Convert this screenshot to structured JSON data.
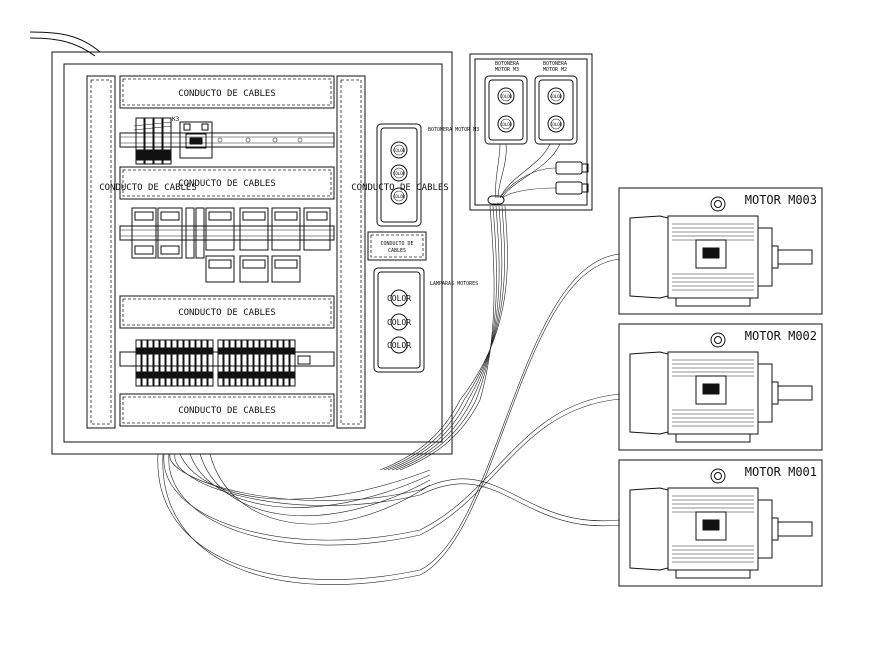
{
  "panel": {
    "conduit_label": "CONDUCTO DE CABLES",
    "conduit_small_line1": "CONDUCTO DE",
    "conduit_small_line2": "CABLES",
    "breaker_label": "K3",
    "pushbutton_label": "BOTONERA MOTOR M3",
    "lamps_label": "LAMPARAS MOTORES",
    "color_label": "COLOR",
    "box_color_label": "COLOR"
  },
  "pushbutton_box": {
    "left_title_line1": "BOTONERA",
    "left_title_line2": "MOTOR M3",
    "right_title_line1": "BOTONERA",
    "right_title_line2": "MOTOR M2",
    "button_label": "COLOR"
  },
  "motors": [
    {
      "id": "m003",
      "label": "MOTOR  M003"
    },
    {
      "id": "m002",
      "label": "MOTOR  M002"
    },
    {
      "id": "m001",
      "label": "MOTOR  M001"
    }
  ]
}
